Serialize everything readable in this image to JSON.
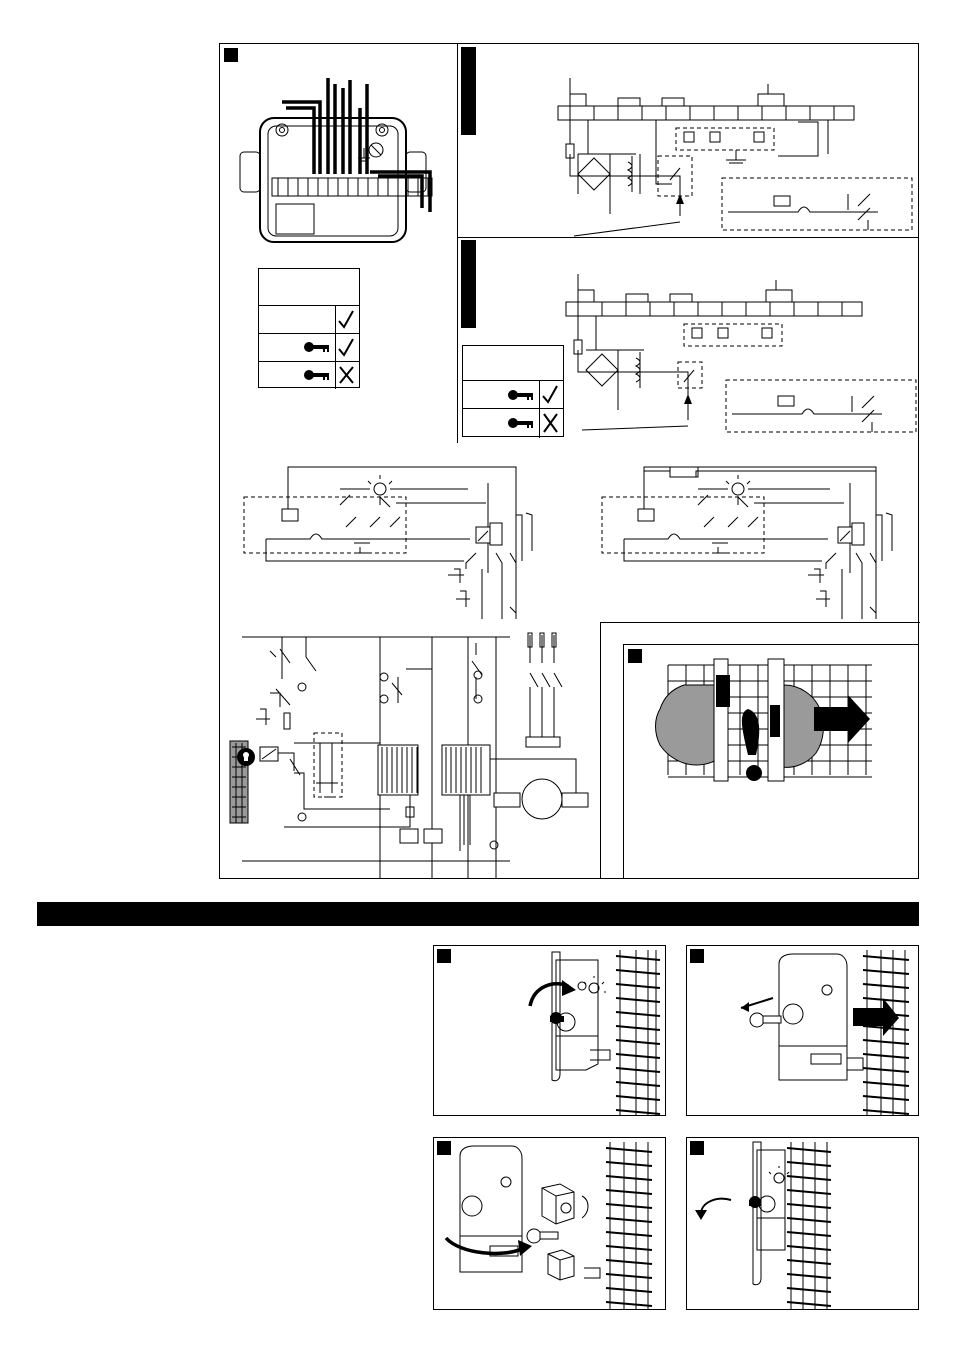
{
  "figure": {
    "panels": [
      {
        "id": "wiring-terminal-box"
      },
      {
        "id": "circuit-variant-1"
      },
      {
        "id": "circuit-variant-2"
      },
      {
        "id": "interlock-circuits"
      },
      {
        "id": "machine-control-schematic"
      },
      {
        "id": "stop-delay-warning"
      },
      {
        "id": "step-turn-key"
      },
      {
        "id": "step-remove-key-open-guard"
      },
      {
        "id": "step-transfer-key"
      },
      {
        "id": "step-reinsert-key"
      }
    ],
    "key_table_1": {
      "rows": [
        {
          "key": false,
          "allowed": true,
          "mark": "check-icon"
        },
        {
          "key": true,
          "allowed": true,
          "mark": "check-icon"
        },
        {
          "key": true,
          "allowed": false,
          "mark": "cross-icon"
        }
      ]
    },
    "key_table_2": {
      "rows": [
        {
          "key": true,
          "allowed": true,
          "mark": "check-icon"
        },
        {
          "key": true,
          "allowed": false,
          "mark": "cross-icon"
        }
      ]
    }
  }
}
